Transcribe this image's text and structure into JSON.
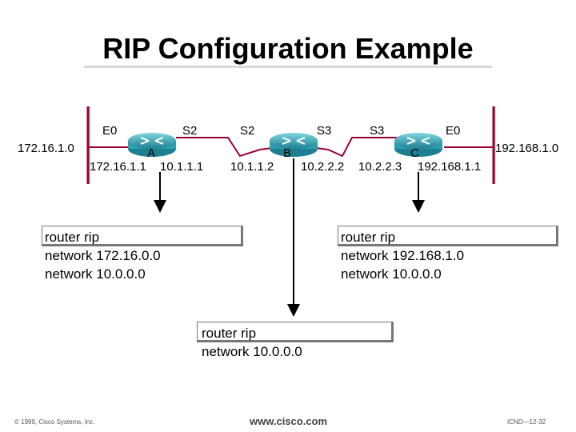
{
  "title": "RIP Configuration Example",
  "networks": {
    "left": "172.16.1.0",
    "right": "192.168.1.0"
  },
  "interfaces": {
    "a_e0": "E0",
    "a_s2": "S2",
    "b_s2": "S2",
    "b_s3": "S3",
    "c_s3": "S3",
    "c_e0": "E0"
  },
  "addresses": {
    "a_e0": "172.16.1.1",
    "a_s2": "10.1.1.1",
    "b_s2": "10.1.1.2",
    "b_s3": "10.2.2.2",
    "c_s3": "10.2.2.3",
    "c_e0": "192.168.1.1"
  },
  "routers": {
    "a": "A",
    "b": "B",
    "c": "C"
  },
  "configs": {
    "a": {
      "line1": "router rip",
      "line2": "network 172.16.0.0",
      "line3": "network 10.0.0.0"
    },
    "b": {
      "line1": "router rip",
      "line2": "network 10.0.0.0"
    },
    "c": {
      "line1": "router rip",
      "line2": "network 192.168.1.0",
      "line3": "network 10.0.0.0"
    }
  },
  "footer": {
    "copyright": "© 1999, Cisco Systems, Inc.",
    "url": "www.cisco.com",
    "page": "ICND—12-32"
  },
  "colors": {
    "segment": "#9a0030",
    "router": "#2aa0b0",
    "arrow": "#000000"
  },
  "icons": {
    "router": "router-icon"
  }
}
